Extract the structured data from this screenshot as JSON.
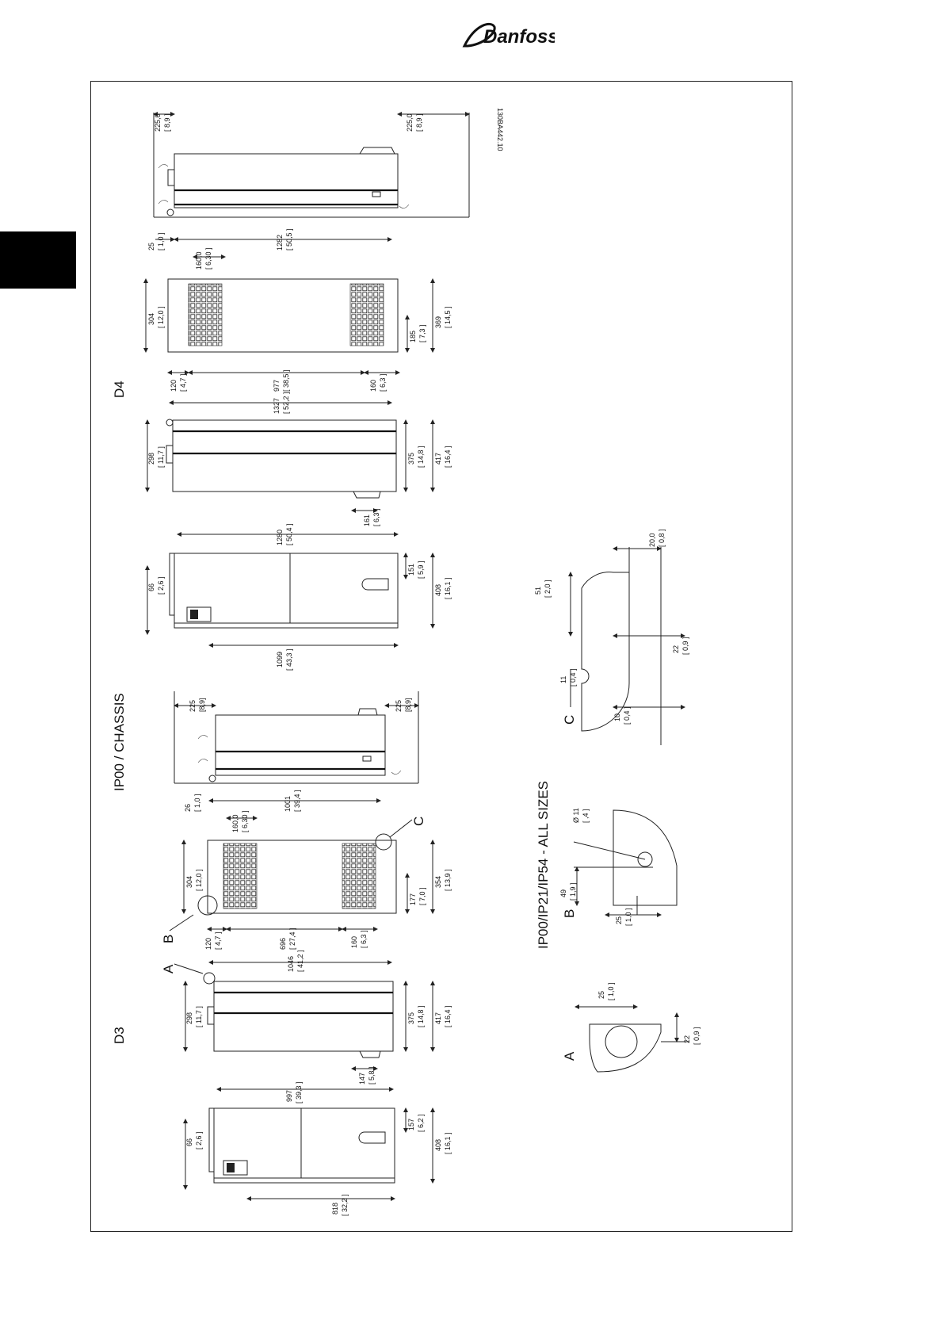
{
  "logo_text": "Danfoss",
  "drawing_id": "130BA442.10",
  "sections": {
    "d3": "D3",
    "d4": "D4",
    "chassis": "IP00 / CHASSIS",
    "all_sizes": "IP00/IP21/IP54 - ALL SIZES"
  },
  "callouts": {
    "a": "A",
    "b": "B",
    "c": "C"
  },
  "details": {
    "a": "A",
    "b": "B",
    "c": "C"
  },
  "dims": {
    "d4_side_225a": "225,0",
    "d4_side_225a_in": "[ 8,9 ]",
    "d4_side_225b": "225,0",
    "d4_side_225b_in": "[ 8,9 ]",
    "d4_top_25": "25",
    "d4_top_25_in": "[ 1,0 ]",
    "d4_top_1282": "1282",
    "d4_top_1282_in": "[ 50,5 ]",
    "d4_top_160": "160,0",
    "d4_top_160_in": "[ 6,30 ]",
    "d4_top_304": "304",
    "d4_top_304_in": "[ 12,0 ]",
    "d4_top_185": "185",
    "d4_top_185_in": "[ 7,3 ]",
    "d4_top_369": "369",
    "d4_top_369_in": "[ 14,5 ]",
    "d4_top_120": "120",
    "d4_top_120_in": "[ 4,7 ]",
    "d4_top_977": "977",
    "d4_top_977_in": "[ 38,5 ]",
    "d4_top_160b": "160",
    "d4_top_160b_in": "[ 6,3 ]",
    "d4_front_1327": "1327",
    "d4_front_1327_in": "[ 52,2 ]",
    "d4_front_298": "298",
    "d4_front_298_in": "[ 11,7 ]",
    "d4_front_375": "375",
    "d4_front_375_in": "[ 14,8 ]",
    "d4_front_417": "417",
    "d4_front_417_in": "[ 16,4 ]",
    "d4_front_161": "161",
    "d4_front_161_in": "[ 6,3 ]",
    "d4_ch_1280": "1280",
    "d4_ch_1280_in": "[ 50,4 ]",
    "d4_ch_66": "66",
    "d4_ch_66_in": "[ 2,6 ]",
    "d4_ch_151": "151",
    "d4_ch_151_in": "[ 5,9 ]",
    "d4_ch_408": "408",
    "d4_ch_408_in": "[ 16,1 ]",
    "d4_ch_1099": "1099",
    "d4_ch_1099_in": "[ 43,3 ]",
    "d3_side_225a": "225",
    "d3_side_225a_in": "[8,9]",
    "d3_side_225b": "225",
    "d3_side_225b_in": "[8,9]",
    "d3_top_26": "26",
    "d3_top_26_in": "[ 1,0 ]",
    "d3_top_1001": "1001",
    "d3_top_1001_in": "[ 39,4 ]",
    "d3_top_160": "160,0",
    "d3_top_160_in": "[ 6,30 ]",
    "d3_top_304": "304",
    "d3_top_304_in": "[ 12,0 ]",
    "d3_top_177": "177",
    "d3_top_177_in": "[ 7,0 ]",
    "d3_top_354": "354",
    "d3_top_354_in": "[ 13,9 ]",
    "d3_top_120": "120",
    "d3_top_120_in": "[ 4,7 ]",
    "d3_top_696": "696",
    "d3_top_696_in": "[ 27,4 ]",
    "d3_top_160b": "160",
    "d3_top_160b_in": "[ 6,3 ]",
    "d3_front_1046": "1046",
    "d3_front_1046_in": "[ 41,2 ]",
    "d3_front_298": "298",
    "d3_front_298_in": "[ 11,7 ]",
    "d3_front_375": "375",
    "d3_front_375_in": "[ 14,8 ]",
    "d3_front_417": "417",
    "d3_front_417_in": "[ 16,4 ]",
    "d3_front_147": "147",
    "d3_front_147_in": "[ 5,8 ]",
    "d3_ch_997": "997",
    "d3_ch_997_in": "[ 39,3 ]",
    "d3_ch_66": "66",
    "d3_ch_66_in": "[ 2,6 ]",
    "d3_ch_157": "157",
    "d3_ch_157_in": "[ 6,2 ]",
    "d3_ch_408": "408",
    "d3_ch_408_in": "[ 16,1 ]",
    "d3_ch_818": "818",
    "d3_ch_818_in": "[ 32,2 ]",
    "c_20": "20,0",
    "c_20_in": "[ 0,8 ]",
    "c_51": "51",
    "c_51_in": "[ 2,0 ]",
    "c_22": "22",
    "c_22_in": "[ 0,9 ]",
    "c_11": "11",
    "c_11_in": "[ 0,4 ]",
    "c_10": "10",
    "c_10_in": "[ 0,4 ]",
    "b_diam": "Ø 11",
    "b_diam_in": "[ ,4 ]",
    "b_49": "49",
    "b_49_in": "[ 1,9 ]",
    "b_25": "25",
    "b_25_in": "[ 1,0 ]",
    "a_25": "25",
    "a_25_in": "[ 1,0 ]",
    "a_22": "22",
    "a_22_in": "[ 0,9 ]"
  }
}
